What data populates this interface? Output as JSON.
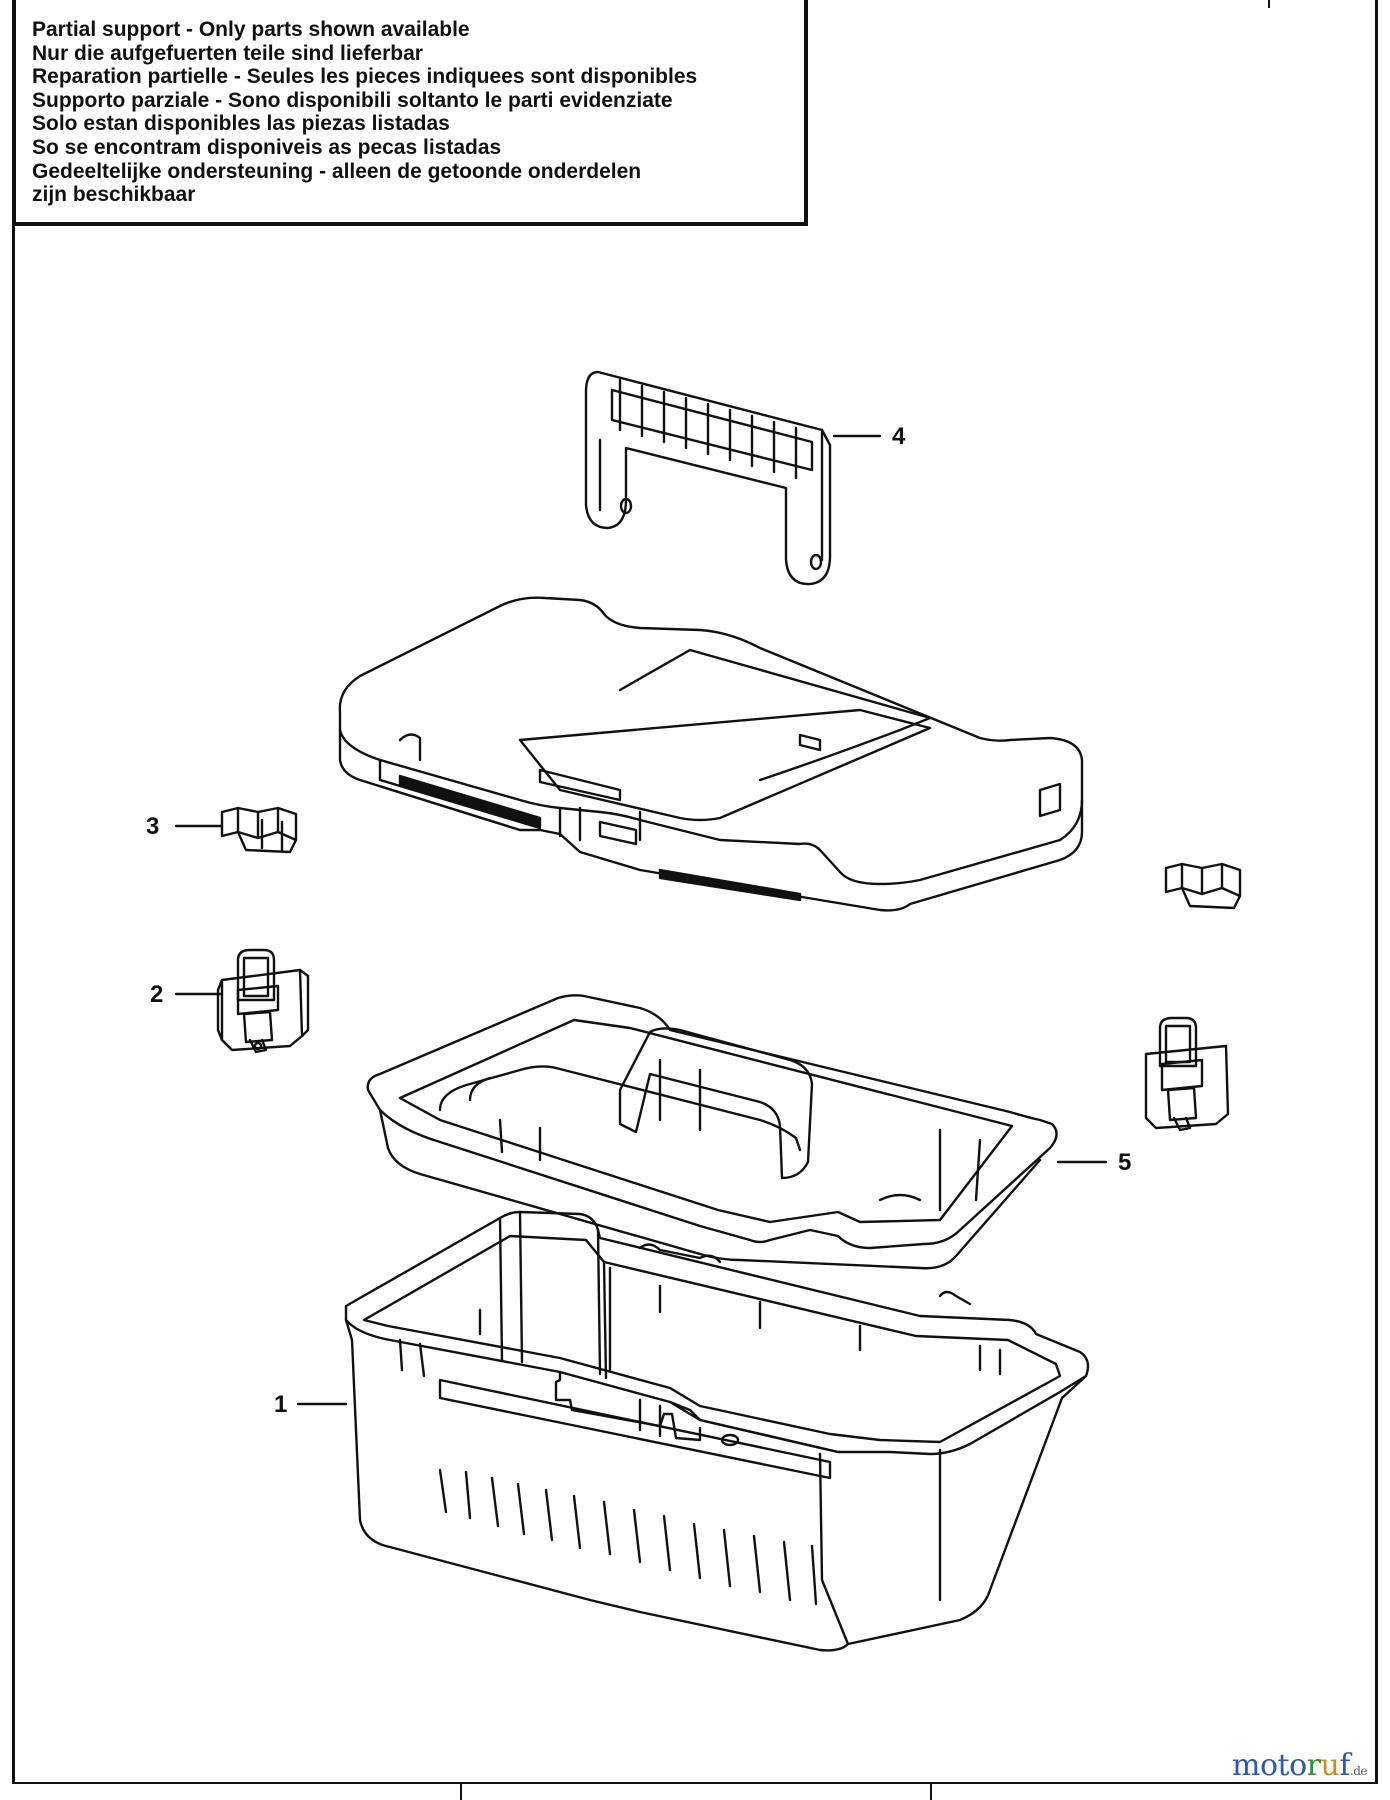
{
  "notice": {
    "lines": [
      "Partial support - Only parts shown available",
      "Nur die aufgefuerten teile sind lieferbar",
      "Reparation partielle - Seules les pieces indiquees sont disponibles",
      "Supporto parziale - Sono disponibili soltanto le parti evidenziate",
      "Solo estan disponibles las piezas listadas",
      "So se encontram disponiveis as pecas listadas",
      "Gedeeltelijke ondersteuning - alleen de getoonde onderdelen",
      "zijn beschikbaar"
    ]
  },
  "callouts": {
    "part1": "1",
    "part2": "2",
    "part3": "3",
    "part4": "4",
    "part5": "5"
  },
  "watermark": {
    "part_a": "moto",
    "part_b": "r",
    "part_c": "u",
    "part_d": "f",
    "domain": ".de"
  }
}
